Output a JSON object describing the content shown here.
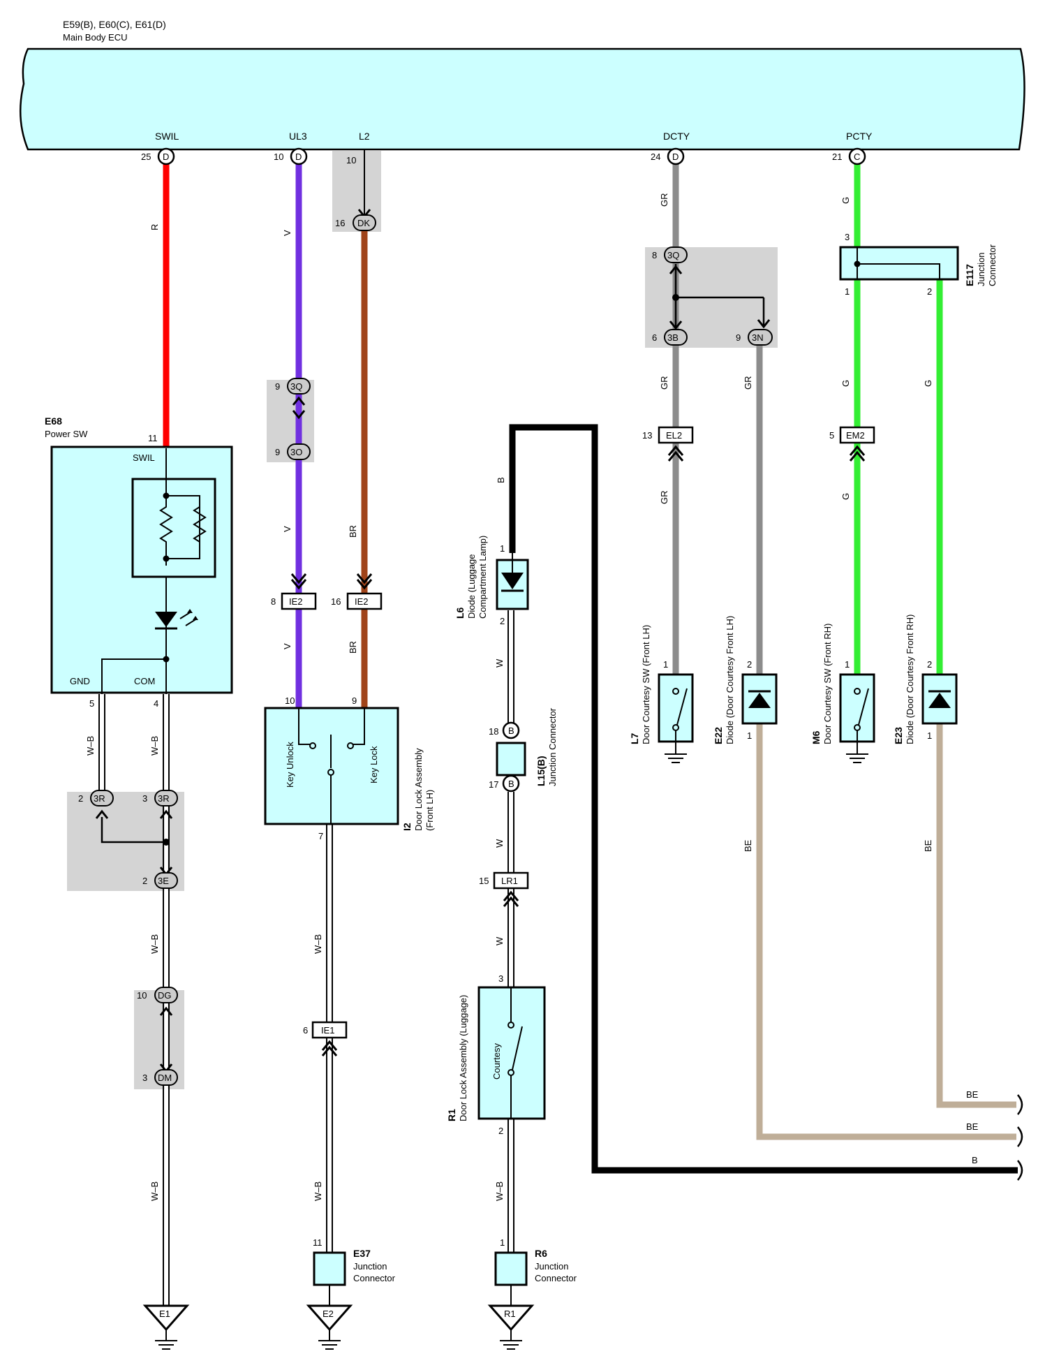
{
  "ecu": {
    "title": "E59(B), E60(C), E61(D)",
    "name": "Main Body ECU"
  },
  "terminals": [
    {
      "label": "SWIL",
      "pin": "25",
      "conn": "D"
    },
    {
      "label": "UL3",
      "pin": "10",
      "conn": "D"
    },
    {
      "label": "L2",
      "pin": "10",
      "conn": ""
    },
    {
      "label": "DCTY",
      "pin": "24",
      "conn": "D"
    },
    {
      "label": "PCTY",
      "pin": "21",
      "conn": "C"
    }
  ],
  "wire_colors": {
    "R": "#ff0000",
    "V": "#7030e0",
    "BR": "#a0441a",
    "GR": "#8c8c8c",
    "G": "#33ee33",
    "BE": "#bfae98",
    "B": "#000000",
    "W": "#ffffff",
    "WB": "#ffffff"
  },
  "components": {
    "e68": {
      "code": "E68",
      "name": "Power SW",
      "pin11": "11",
      "swil": "SWIL",
      "gnd": "GND",
      "com": "COM",
      "pin5": "5",
      "pin4": "4"
    },
    "i2": {
      "code": "I2",
      "name": "Door Lock Assembly",
      "sub": "(Front LH)",
      "key_unlock": "Key Unlock",
      "key_lock": "Key Lock",
      "pin10": "10",
      "pin9": "9",
      "pin7": "7"
    },
    "l6": {
      "code": "L6",
      "name": "Diode (Luggage",
      "sub": "Compartment Lamp)",
      "pin1": "1",
      "pin2": "2"
    },
    "l15": {
      "code": "L15(B)",
      "name": "Junction Connector",
      "pin18": "18",
      "pin17": "17",
      "conn": "B"
    },
    "r1": {
      "code": "R1",
      "name": "Door Lock Assembly (Luggage)",
      "courtesy": "Courtesy",
      "pin3": "3",
      "pin2": "2"
    },
    "e37": {
      "code": "E37",
      "name1": "Junction",
      "name2": "Connector",
      "pin": "11"
    },
    "r6": {
      "code": "R6",
      "name1": "Junction",
      "name2": "Connector",
      "pin": "1"
    },
    "e117": {
      "code": "E117",
      "name1": "Junction",
      "name2": "Connector",
      "pin3": "3",
      "pin1": "1",
      "pin2": "2"
    },
    "l7": {
      "code": "L7",
      "name": "Door Courtesy SW (Front LH)",
      "pin": "1"
    },
    "e22": {
      "code": "E22",
      "name": "Diode (Door Courtesy Front LH)",
      "pin2": "2",
      "pin1": "1"
    },
    "m6": {
      "code": "M6",
      "name": "Door Courtesy SW (Front RH)",
      "pin": "1"
    },
    "e23": {
      "code": "E23",
      "name": "Diode (Door Courtesy Front RH)",
      "pin2": "2",
      "pin1": "1"
    }
  },
  "connectors": {
    "c3r_a": {
      "pin": "2",
      "id": "3R"
    },
    "c3r_b": {
      "pin": "3",
      "id": "3R"
    },
    "c3e": {
      "pin": "2",
      "id": "3E"
    },
    "cdg": {
      "pin": "10",
      "id": "DG"
    },
    "cdm": {
      "pin": "3",
      "id": "DM"
    },
    "c3q_a": {
      "pin": "9",
      "id": "3Q"
    },
    "c3o": {
      "pin": "9",
      "id": "3O"
    },
    "cdk": {
      "pin": "16",
      "id": "DK"
    },
    "ie2_a": {
      "pin": "8",
      "id": "IE2"
    },
    "ie2_b": {
      "pin": "16",
      "id": "IE2"
    },
    "ie1": {
      "pin": "6",
      "id": "IE1"
    },
    "lr1": {
      "pin": "15",
      "id": "LR1"
    },
    "c3q_b": {
      "pin": "8",
      "id": "3Q"
    },
    "c3b": {
      "pin": "6",
      "id": "3B"
    },
    "c3n": {
      "pin": "9",
      "id": "3N"
    },
    "el2": {
      "pin": "13",
      "id": "EL2"
    },
    "em2": {
      "pin": "5",
      "id": "EM2"
    }
  },
  "grounds": {
    "g1": "E1",
    "g2": "E2",
    "g3": "R1"
  },
  "wire_labels": {
    "R": "R",
    "V": "V",
    "BR": "BR",
    "GR": "GR",
    "G": "G",
    "B": "B",
    "W": "W",
    "WB": "W–B",
    "BE": "BE"
  }
}
